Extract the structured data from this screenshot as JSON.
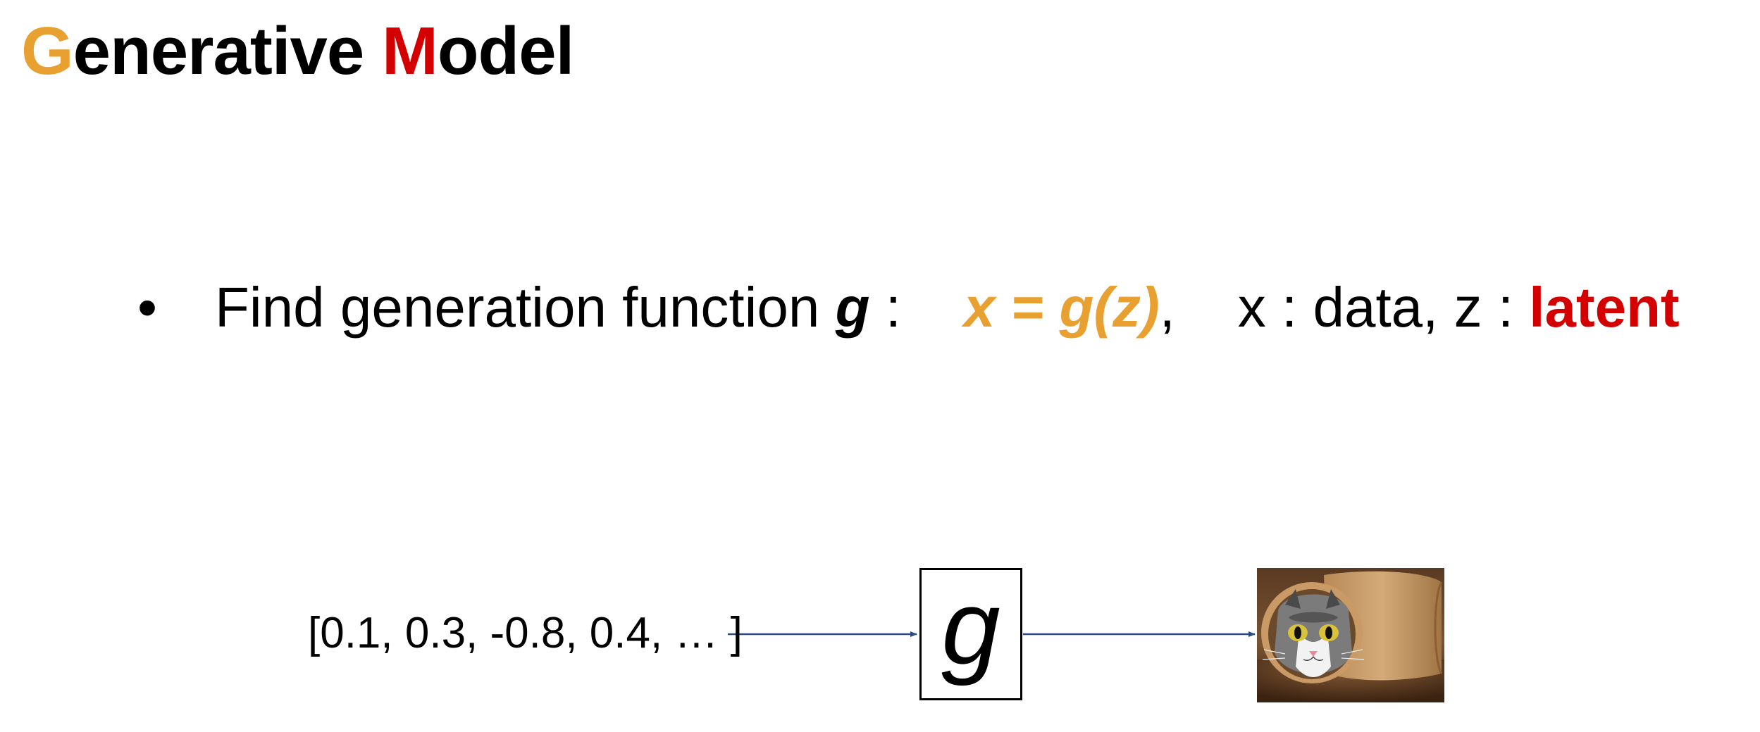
{
  "slide": {
    "title": {
      "first_initial": "G",
      "first_rest": "enerative ",
      "second_initial": "M",
      "second_rest": "odel"
    },
    "bullet": {
      "marker": "•",
      "prefix": "Find generation function ",
      "function_name": "g",
      "after_function": " :    ",
      "equation": "x = g(z)",
      "comma": ",    ",
      "description": "x : data, z : ",
      "latent_word": "latent"
    },
    "diagram": {
      "input_vector": "[0.1, 0.3, -0.8, 0.4, … ]",
      "function_label": "g",
      "output_image_icon": "cat-image"
    }
  },
  "colors": {
    "accent_orange": "#E8A030",
    "accent_red": "#D40000",
    "arrow": "#2F4A80"
  }
}
